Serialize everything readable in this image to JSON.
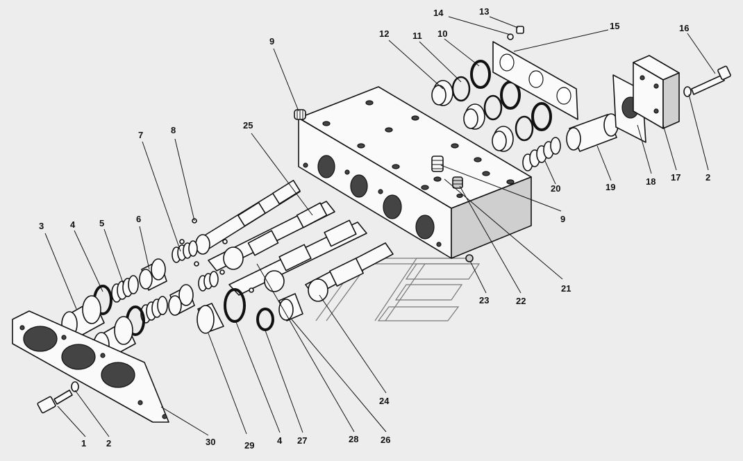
{
  "diagram": {
    "callouts": [
      {
        "id": "c1",
        "text": "1"
      },
      {
        "id": "c2a",
        "text": "2"
      },
      {
        "id": "c2b",
        "text": "2"
      },
      {
        "id": "c3",
        "text": "3"
      },
      {
        "id": "c4a",
        "text": "4"
      },
      {
        "id": "c4b",
        "text": "4"
      },
      {
        "id": "c5",
        "text": "5"
      },
      {
        "id": "c6",
        "text": "6"
      },
      {
        "id": "c7",
        "text": "7"
      },
      {
        "id": "c8",
        "text": "8"
      },
      {
        "id": "c9a",
        "text": "9"
      },
      {
        "id": "c9b",
        "text": "9"
      },
      {
        "id": "c10",
        "text": "10"
      },
      {
        "id": "c11",
        "text": "11"
      },
      {
        "id": "c12",
        "text": "12"
      },
      {
        "id": "c13",
        "text": "13"
      },
      {
        "id": "c14",
        "text": "14"
      },
      {
        "id": "c15",
        "text": "15"
      },
      {
        "id": "c16",
        "text": "16"
      },
      {
        "id": "c17",
        "text": "17"
      },
      {
        "id": "c18",
        "text": "18"
      },
      {
        "id": "c19",
        "text": "19"
      },
      {
        "id": "c20",
        "text": "20"
      },
      {
        "id": "c21",
        "text": "21"
      },
      {
        "id": "c22",
        "text": "22"
      },
      {
        "id": "c23",
        "text": "23"
      },
      {
        "id": "c24",
        "text": "24"
      },
      {
        "id": "c25",
        "text": "25"
      },
      {
        "id": "c26",
        "text": "26"
      },
      {
        "id": "c27",
        "text": "27"
      },
      {
        "id": "c28",
        "text": "28"
      },
      {
        "id": "c29",
        "text": "29"
      },
      {
        "id": "c30",
        "text": "30"
      }
    ]
  }
}
